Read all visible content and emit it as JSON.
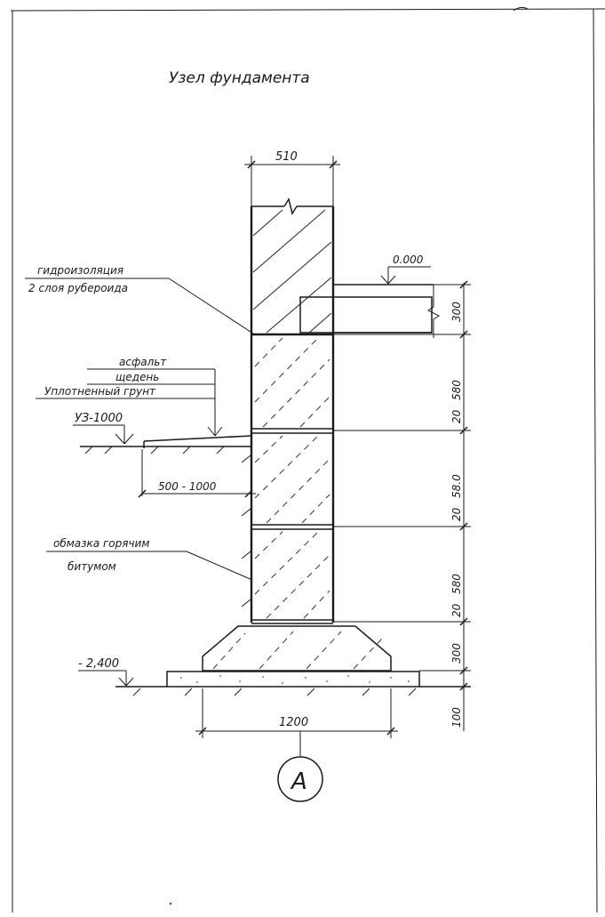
{
  "title": "Узел фундамента",
  "dimensions": {
    "wall_width": "510",
    "plinth_height": "300",
    "block_height_1": "580",
    "block_height_2": "58.0",
    "block_height_3": "580",
    "joint_1": "20",
    "joint_2": "20",
    "joint_3": "20",
    "footing_height": "300",
    "pad_height": "100",
    "footing_width": "1200",
    "blind_area_width": "500 - 1000"
  },
  "levels": {
    "floor": "0.000",
    "ground": "УЗ-1000",
    "base": "- 2,400"
  },
  "labels": {
    "waterproofing_line1": "гидроизоляция",
    "waterproofing_line2": "2 слоя рубероида",
    "asphalt": "асфальт",
    "gravel": "щедень",
    "compacted_soil": "Уплотненный грунт",
    "bitumen_line1": "обмазка горячим",
    "bitumen_line2": "битумом"
  },
  "axis_marker": "А"
}
